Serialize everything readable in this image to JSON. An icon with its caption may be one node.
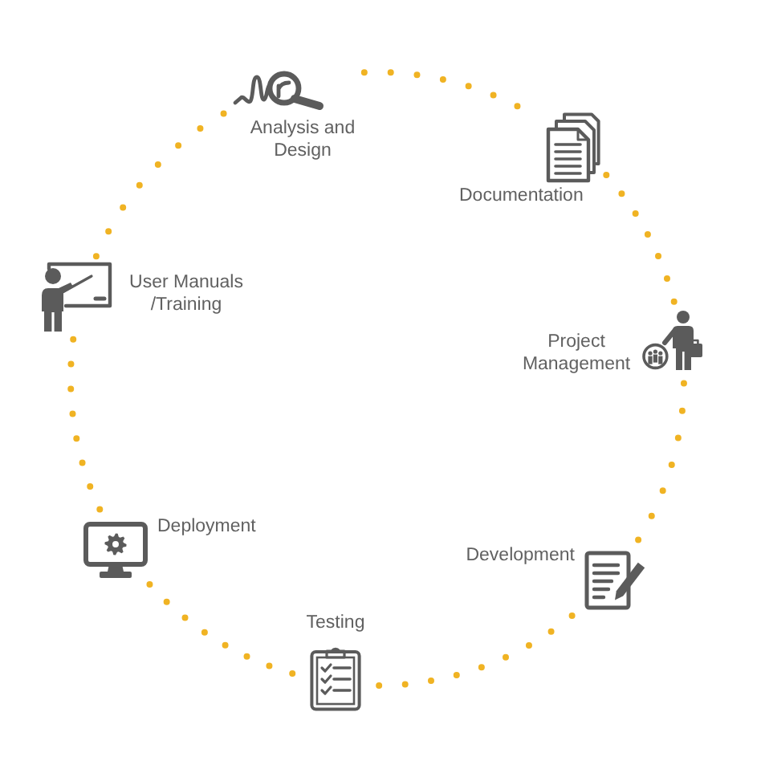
{
  "diagram": {
    "nodes": [
      {
        "text": [
          "Analysis and Design"
        ]
      },
      {
        "text": [
          "Documentation"
        ]
      },
      {
        "text": [
          "User Manuals /Training"
        ]
      },
      {
        "text": [
          "Project Management"
        ]
      },
      {
        "text": [
          "Deployment"
        ]
      },
      {
        "text": [
          "Development"
        ]
      },
      {
        "text": [
          "Testing"
        ]
      }
    ],
    "edges": [
      {
        "from": 0,
        "to": 1,
        "arrow": "none",
        "style": "dashed"
      },
      {
        "from": 1,
        "to": 3,
        "arrow": "none",
        "style": "dashed"
      },
      {
        "from": 3,
        "to": 5,
        "arrow": "none",
        "style": "dashed"
      },
      {
        "from": 5,
        "to": 6,
        "arrow": "none",
        "style": "dashed"
      },
      {
        "from": 6,
        "to": 4,
        "arrow": "none",
        "style": "dashed"
      },
      {
        "from": 4,
        "to": 2,
        "arrow": "none",
        "style": "dashed"
      },
      {
        "from": 2,
        "to": 0,
        "arrow": "none",
        "style": "dashed"
      }
    ]
  }
}
